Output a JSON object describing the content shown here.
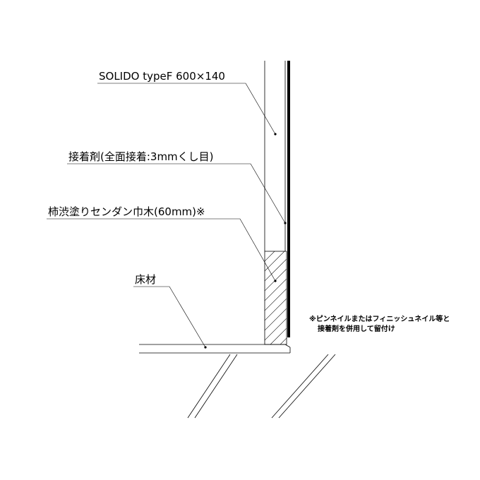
{
  "labels": {
    "panel": "SOLIDO typeF 600×140",
    "adhesive": "接着剤(全面接着:3mmくし目)",
    "skirting": "柿渋塗りセンダン巾木(60mm)※",
    "floor": "床材"
  },
  "note": {
    "line1": "※ピンネイルまたはフィニッシュネイル等と",
    "line2": "接着剤を併用して留付け"
  }
}
